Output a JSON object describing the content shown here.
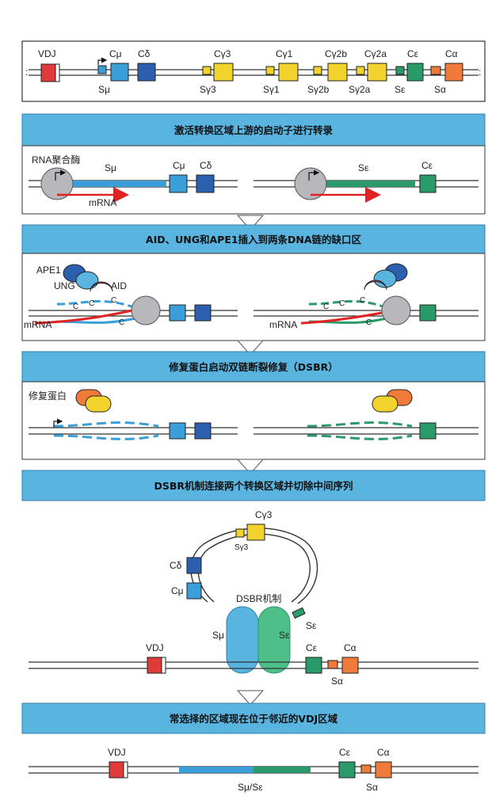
{
  "colors": {
    "banner": "#5ab4e0",
    "vdj": "#e03a3a",
    "mu": "#3a9ed8",
    "delta": "#2c5fae",
    "gamma": "#f2d22c",
    "epsilon": "#2a9a6a",
    "alpha": "#f07a3a",
    "rna": "#e02222",
    "pol": "#b8b8bc"
  },
  "panel1": {
    "labels": {
      "vdj": "VDJ",
      "c_mu": "Cμ",
      "c_delta": "Cδ",
      "c_g3": "Cγ3",
      "c_g1": "Cγ1",
      "c_g2b": "Cγ2b",
      "c_g2a": "Cγ2a",
      "c_eps": "Cε",
      "c_alpha": "Cα",
      "s_mu": "Sμ",
      "s_g3": "Sγ3",
      "s_g1": "Sγ1",
      "s_g2b": "Sγ2b",
      "s_g2a": "Sγ2a",
      "s_eps": "Sε",
      "s_alpha": "Sα"
    }
  },
  "steps": [
    {
      "title": "激活转换区域上游的启动子进行转录"
    },
    {
      "title": "AID、UNG和APE1插入到两条DNA链的缺口区"
    },
    {
      "title": "修复蛋白启动双链断裂修复（DSBR）"
    },
    {
      "title": "DSBR机制连接两个转换区域并切除中间序列"
    },
    {
      "title": "常选择的区域现在位于邻近的VDJ区域"
    }
  ],
  "step1": {
    "rna_pol": "RNA聚合酶",
    "s_mu": "Sμ",
    "c_mu": "Cμ",
    "c_delta": "Cδ",
    "mrna_left": "mRNA",
    "s_eps": "Sε",
    "c_eps": "Cε"
  },
  "step2": {
    "ape1": "APE1",
    "ung": "UNG",
    "aid": "AID",
    "mrna_left": "mRNA",
    "mrna_right": "mRNA",
    "c": "C"
  },
  "step3": {
    "repair_protein": "修复蛋白"
  },
  "step4": {
    "c_g3": "Cγ3",
    "s_g3": "Sγ3",
    "c_delta": "Cδ",
    "c_mu": "Cμ",
    "dsbr": "DSBR机制",
    "s_mu": "Sμ",
    "s_eps_loop": "Sε",
    "s_eps": "Sε",
    "vdj": "VDJ",
    "c_eps": "Cε",
    "c_alpha": "Cα",
    "s_alpha": "Sα"
  },
  "step5": {
    "vdj": "VDJ",
    "c_eps": "Cε",
    "c_alpha": "Cα",
    "s_alpha": "Sα",
    "s_mu_eps": "Sμ/Sε"
  }
}
